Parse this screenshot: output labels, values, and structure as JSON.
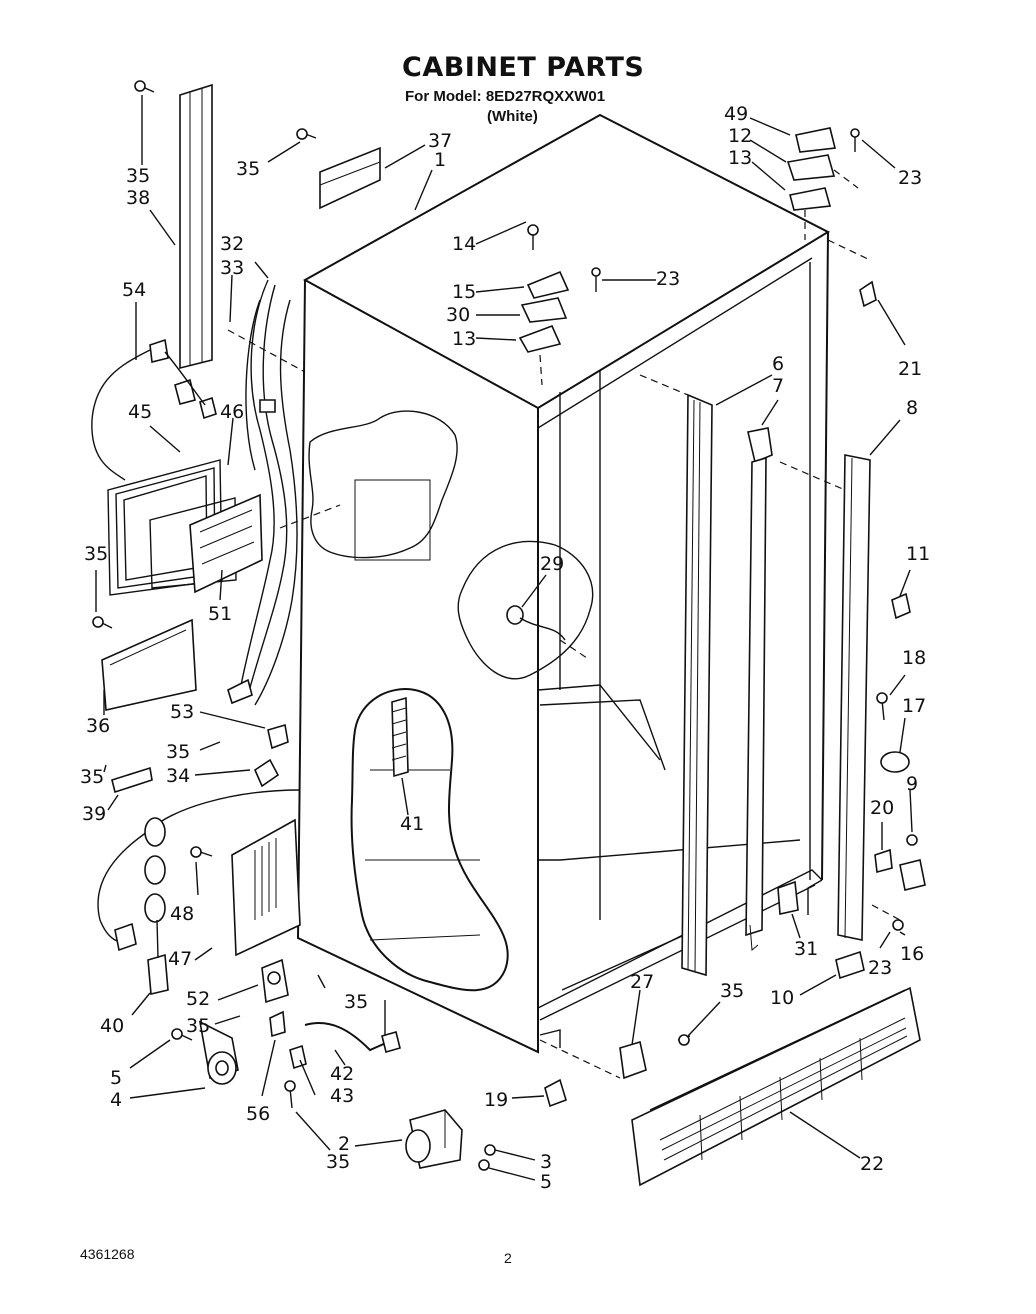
{
  "header": {
    "title": "CABINET PARTS",
    "subtitle": "For Model: 8ED27RQXXW01",
    "variant": "(White)"
  },
  "footer": {
    "doc_number": "4361268",
    "page_number": "2"
  },
  "callouts": [
    {
      "id": "c35a",
      "text": "35"
    },
    {
      "id": "c38",
      "text": "38"
    },
    {
      "id": "c35b",
      "text": "35"
    },
    {
      "id": "c37",
      "text": "37"
    },
    {
      "id": "c1",
      "text": "1"
    },
    {
      "id": "c32",
      "text": "32"
    },
    {
      "id": "c33",
      "text": "33"
    },
    {
      "id": "c54",
      "text": "54"
    },
    {
      "id": "c45",
      "text": "45"
    },
    {
      "id": "c46",
      "text": "46"
    },
    {
      "id": "c35c",
      "text": "35"
    },
    {
      "id": "c51",
      "text": "51"
    },
    {
      "id": "c53",
      "text": "53"
    },
    {
      "id": "c36",
      "text": "36"
    },
    {
      "id": "c35d",
      "text": "35"
    },
    {
      "id": "c34",
      "text": "34"
    },
    {
      "id": "c35e",
      "text": "35"
    },
    {
      "id": "c39",
      "text": "39"
    },
    {
      "id": "c48",
      "text": "48"
    },
    {
      "id": "c47",
      "text": "47"
    },
    {
      "id": "c40",
      "text": "40"
    },
    {
      "id": "c52",
      "text": "52"
    },
    {
      "id": "c35f",
      "text": "35"
    },
    {
      "id": "c35g",
      "text": "35"
    },
    {
      "id": "c5a",
      "text": "5"
    },
    {
      "id": "c4",
      "text": "4"
    },
    {
      "id": "c56",
      "text": "56"
    },
    {
      "id": "c42",
      "text": "42"
    },
    {
      "id": "c43",
      "text": "43"
    },
    {
      "id": "c35h",
      "text": "35"
    },
    {
      "id": "c2",
      "text": "2"
    },
    {
      "id": "c3",
      "text": "3"
    },
    {
      "id": "c5b",
      "text": "5"
    },
    {
      "id": "c41",
      "text": "41"
    },
    {
      "id": "c29",
      "text": "29"
    },
    {
      "id": "c14",
      "text": "14"
    },
    {
      "id": "c15",
      "text": "15"
    },
    {
      "id": "c30",
      "text": "30"
    },
    {
      "id": "c13a",
      "text": "13"
    },
    {
      "id": "c23a",
      "text": "23"
    },
    {
      "id": "c49",
      "text": "49"
    },
    {
      "id": "c12",
      "text": "12"
    },
    {
      "id": "c13b",
      "text": "13"
    },
    {
      "id": "c23b",
      "text": "23"
    },
    {
      "id": "c21",
      "text": "21"
    },
    {
      "id": "c6",
      "text": "6"
    },
    {
      "id": "c7",
      "text": "7"
    },
    {
      "id": "c8",
      "text": "8"
    },
    {
      "id": "c11",
      "text": "11"
    },
    {
      "id": "c18",
      "text": "18"
    },
    {
      "id": "c17",
      "text": "17"
    },
    {
      "id": "c9",
      "text": "9"
    },
    {
      "id": "c20",
      "text": "20"
    },
    {
      "id": "c16",
      "text": "16"
    },
    {
      "id": "c23c",
      "text": "23"
    },
    {
      "id": "c31",
      "text": "31"
    },
    {
      "id": "c10",
      "text": "10"
    },
    {
      "id": "c35i",
      "text": "35"
    },
    {
      "id": "c27",
      "text": "27"
    },
    {
      "id": "c19",
      "text": "19"
    },
    {
      "id": "c22",
      "text": "22"
    }
  ]
}
